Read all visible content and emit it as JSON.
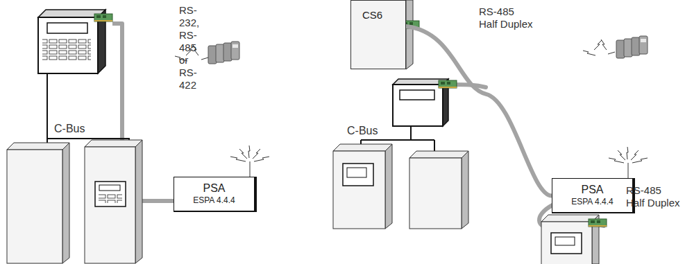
{
  "diagram": {
    "nodes": [
      {
        "text": [
          "PSA",
          "ESPA 4.4.4"
        ]
      },
      {
        "text": [
          "CS6"
        ]
      },
      {
        "text": [
          "PSA",
          "ESPA 4.4.4"
        ]
      }
    ],
    "edges": [
      {
        "from": 1,
        "to": 2,
        "arrow": "none"
      }
    ],
    "labels": [
      "RS-232, RS-485 or RS-422",
      "C-Bus",
      "RS-485 Half Duplex",
      "C-Bus",
      "RS-485 Half Duplex"
    ]
  }
}
